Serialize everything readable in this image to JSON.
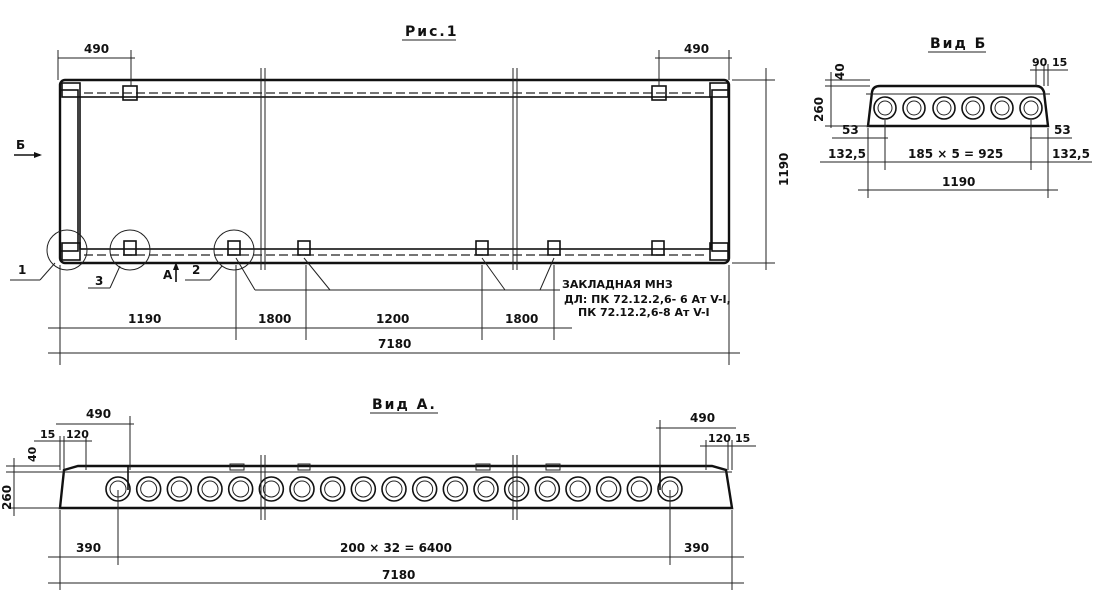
{
  "titles": {
    "fig1": "Рис.1",
    "view_b": "Вид Б",
    "view_a": "Вид А."
  },
  "plan": {
    "dims_top": {
      "left": "490",
      "right": "490"
    },
    "dim_height": "1190",
    "dims_bottom": [
      "1190",
      "1800",
      "1200",
      "1800"
    ],
    "dim_total": "7180",
    "callouts": {
      "c1": "1",
      "c2": "2",
      "c3": "3",
      "view_a": "А",
      "view_b": "Б"
    },
    "note_lines": [
      "ЗАКЛАДНАЯ МНЗ",
      "ДЛ: ПК 72.12.2,6- 6 Ат V-I,",
      "ПК 72.12.2,6-8 Ат V-I"
    ]
  },
  "view_b": {
    "dims": {
      "height": "260",
      "top": "40",
      "right_a": "90",
      "right_b": "15",
      "left_a": "53",
      "right_c": "53",
      "left_b": "132,5",
      "middle": "185 × 5 = 925",
      "right_d": "132,5",
      "total": "1190"
    }
  },
  "view_a": {
    "dims": {
      "top_left": "490",
      "top_right": "490",
      "left_a": "15",
      "left_b": "120",
      "right_a": "120",
      "right_b": "15",
      "left_c": "40",
      "height": "260",
      "bottom_left": "390",
      "bottom_middle": "200 × 32 = 6400",
      "bottom_right": "390",
      "total": "7180"
    },
    "hole_count": 19
  }
}
